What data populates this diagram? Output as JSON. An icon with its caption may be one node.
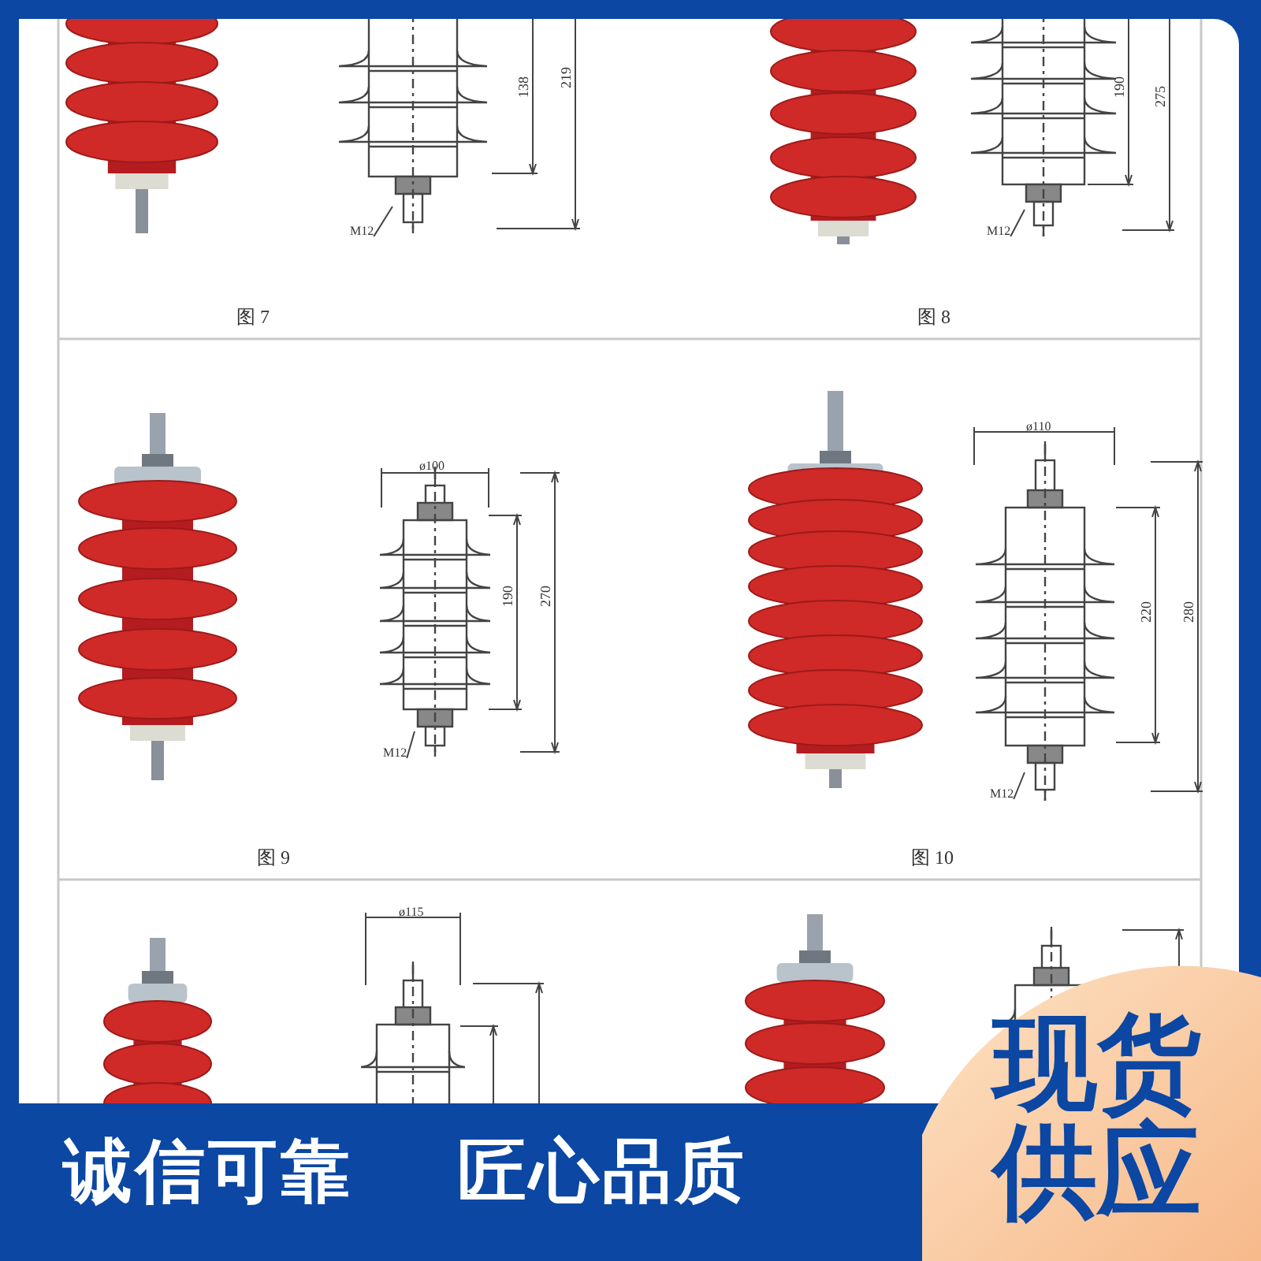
{
  "diagram": {
    "nodes": [
      {
        "text": [
          "M12"
        ]
      },
      {
        "text": [
          "M12"
        ]
      },
      {
        "text": [
          "M12"
        ]
      },
      {
        "text": [
          "M12"
        ]
      }
    ],
    "edges": [
      {
        "from": 0,
        "to": null,
        "arrow": "none"
      },
      {
        "from": 1,
        "to": null,
        "arrow": "none"
      },
      {
        "from": 2,
        "to": null,
        "arrow": "none"
      },
      {
        "from": 3,
        "to": null,
        "arrow": "none"
      }
    ],
    "labels": [
      "138",
      "219",
      "190",
      "275",
      "图 7",
      "图 8",
      "ø100",
      "190",
      "270",
      "ø110",
      "220",
      "280",
      "图 9",
      "图 10",
      "ø115",
      "诚信可靠",
      "匠心品质",
      "现货供应"
    ]
  }
}
